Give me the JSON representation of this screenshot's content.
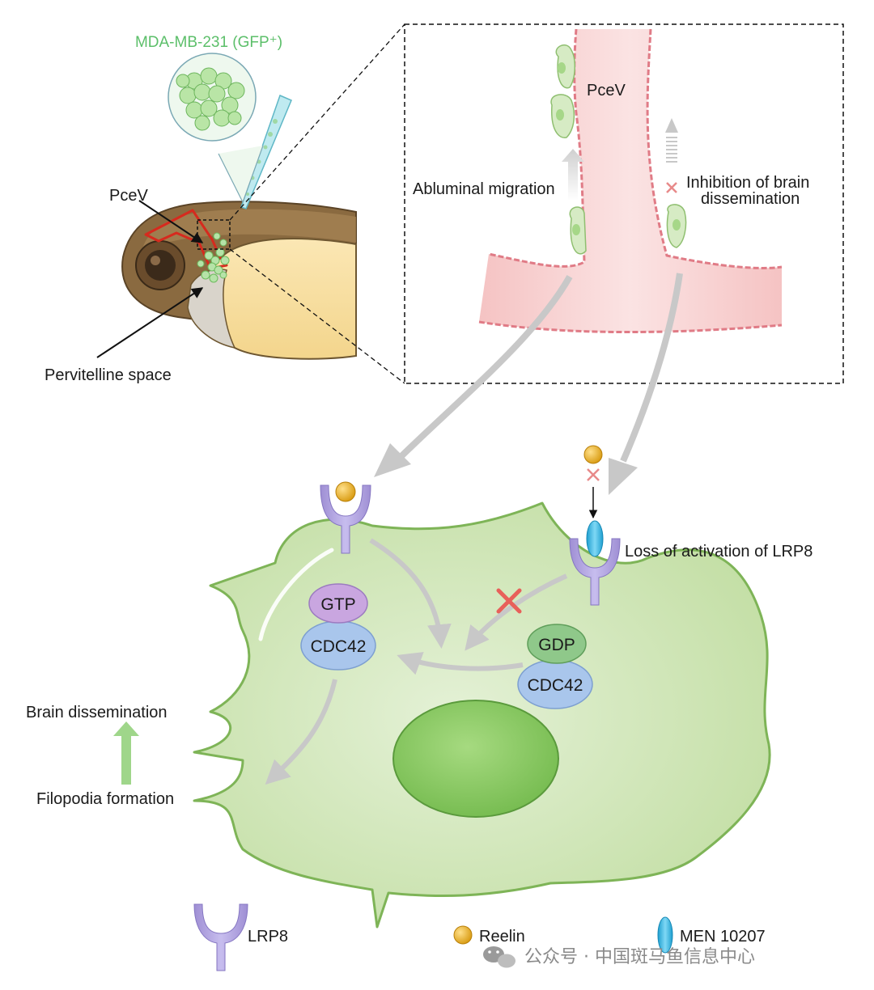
{
  "labels": {
    "cell_line": "MDA-MB-231 (GFP⁺)",
    "pcev_embryo": "PceV",
    "pcev_inset": "PceV",
    "pervitelline": "Pervitelline space",
    "abluminal": "Abluminal migration",
    "inhibition_line1": "Inhibition of brain",
    "inhibition_line2": "dissemination",
    "loss_activation": "Loss of activation of LRP8",
    "gtp": "GTP",
    "cdc42_left": "CDC42",
    "gdp": "GDP",
    "cdc42_right": "CDC42",
    "brain_dissemination": "Brain dissemination",
    "filopodia": "Filopodia formation"
  },
  "legend": {
    "lrp8": "LRP8",
    "reelin": "Reelin",
    "men": "MEN 10207"
  },
  "watermark": "公众号 · 中国斑马鱼信息中心",
  "colors": {
    "cell_fill": "#cfe6b4",
    "nucleus": "#8ccc66",
    "vessel": "#f7cfcf",
    "vessel_edge": "#e07b86",
    "receptor": "#a99ad8",
    "reelin": "#e8b021",
    "men": "#2fb4e0",
    "gtp": "#c9a6e0",
    "cdc42": "#a9c6ec",
    "gdp": "#8fc88a",
    "inhibit_x": "#e85a5a",
    "arrow_gray": "#c8c8c8",
    "green_arrow": "#9fd68a",
    "gfp_text": "#5cbf6a"
  }
}
